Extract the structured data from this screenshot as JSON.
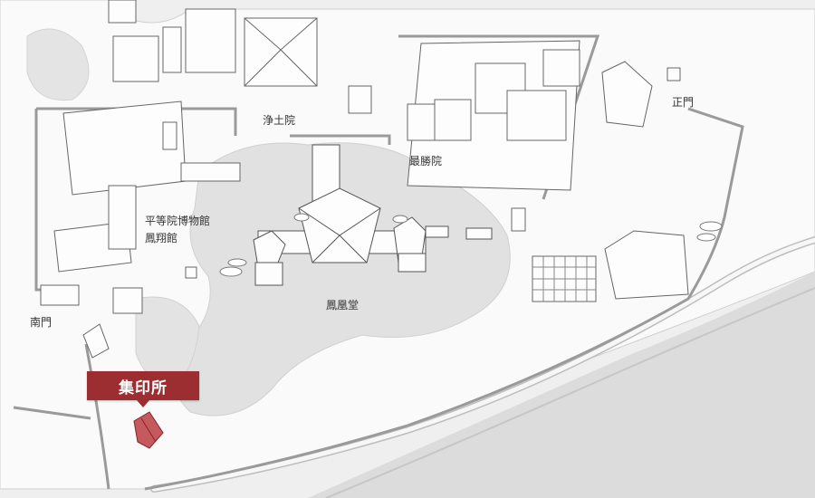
{
  "map": {
    "labels": {
      "jodoin": "浄土院",
      "saishoin": "最勝院",
      "seimon": "正門",
      "museum_line1": "平等院博物館",
      "museum_line2": "鳳翔館",
      "nanmon": "南門",
      "hoodo": "鳳凰堂"
    },
    "highlight": {
      "label": "集印所",
      "color": "#9c2d31"
    }
  }
}
